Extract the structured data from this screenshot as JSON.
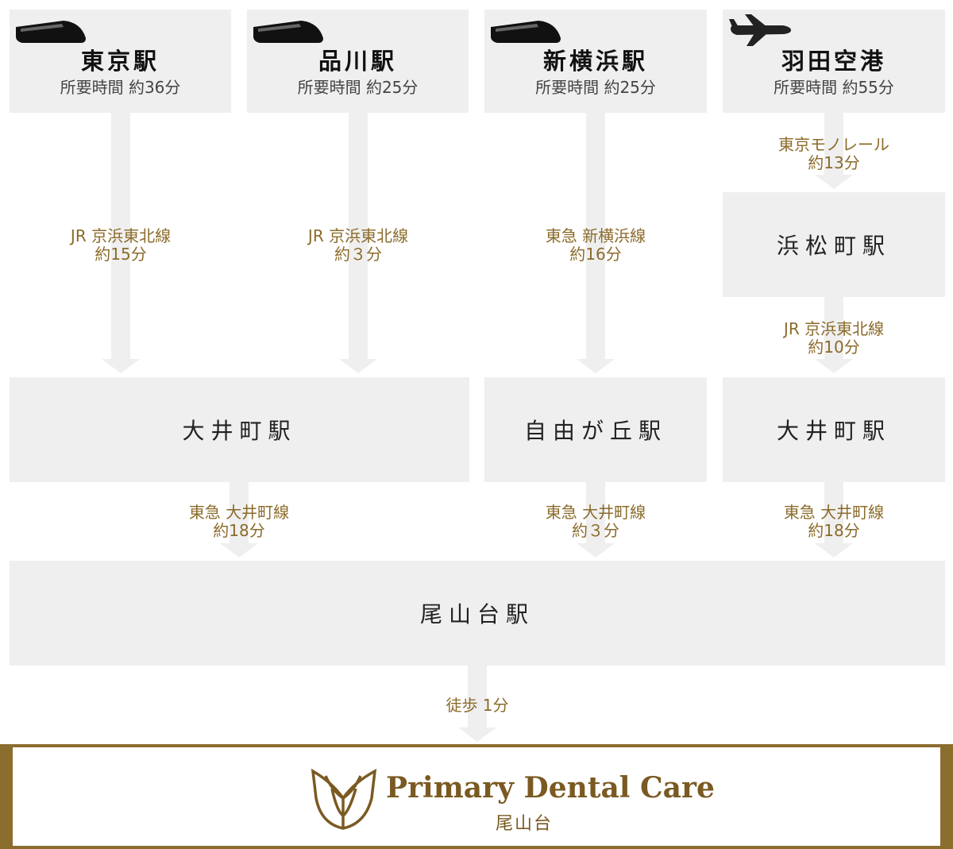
{
  "origins": [
    {
      "name": "東京駅",
      "time": "所要時間 約36分",
      "icon": "train-icon"
    },
    {
      "name": "品川駅",
      "time": "所要時間 約25分",
      "icon": "train-icon"
    },
    {
      "name": "新横浜駅",
      "time": "所要時間 約25分",
      "icon": "train-icon"
    },
    {
      "name": "羽田空港",
      "time": "所要時間 約55分",
      "icon": "airplane-icon"
    }
  ],
  "routes": {
    "tokyo": {
      "line": "JR 京浜東北線",
      "time": "約15分"
    },
    "shinagawa": {
      "line": "JR 京浜東北線",
      "time": "約３分"
    },
    "shinyokohama": {
      "line": "東急 新横浜線",
      "time": "約16分"
    },
    "haneda_monorail": {
      "line": "東京モノレール",
      "time": "約13分"
    },
    "hamamatsucho": {
      "line": "JR 京浜東北線",
      "time": "約10分"
    },
    "oimachi_left": {
      "line": "東急 大井町線",
      "time": "約18分"
    },
    "jiyugaoka": {
      "line": "東急 大井町線",
      "time": "約３分"
    },
    "oimachi_right": {
      "line": "東急 大井町線",
      "time": "約18分"
    },
    "walk": {
      "line": "徒歩 1分"
    }
  },
  "stations": {
    "hamamatsucho": "浜松町駅",
    "oimachi_left": "大井町駅",
    "jiyugaoka": "自由が丘駅",
    "oimachi_right": "大井町駅",
    "oyamadai": "尾山台駅"
  },
  "destination": {
    "brand": "Primary Dental Care",
    "sub": "尾山台"
  },
  "colors": {
    "box": "#efefef",
    "label": "#8b6b2a",
    "brand": "#7a5a22",
    "frame": "#8b6d2e"
  }
}
